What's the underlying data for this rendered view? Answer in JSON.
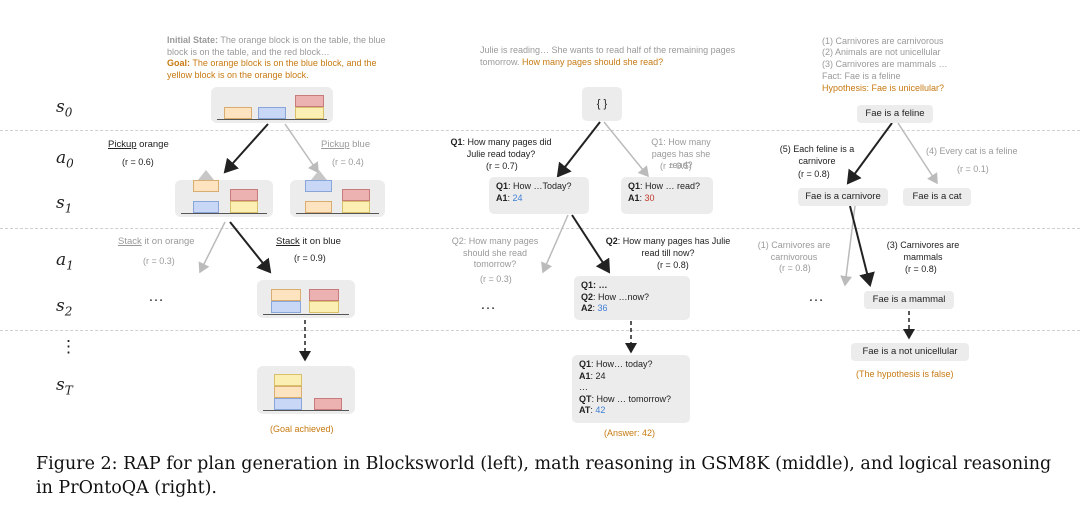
{
  "row_labels": [
    {
      "sym": "s",
      "sub": "0"
    },
    {
      "sym": "a",
      "sub": "0"
    },
    {
      "sym": "s",
      "sub": "1"
    },
    {
      "sym": "a",
      "sub": "1"
    },
    {
      "sym": "s",
      "sub": "2"
    },
    {
      "sym": "⋮",
      "sub": ""
    },
    {
      "sym": "s",
      "sub": "T"
    }
  ],
  "left": {
    "initial_label": "Initial State:",
    "initial_text": "The orange block is on the table, the blue block is on the table, and the red block…",
    "goal_label": "Goal:",
    "goal_text": "The orange block is on the blue block, and the yellow block is on the orange block.",
    "a0_left_underline": "Pickup",
    "a0_left_rest": " orange",
    "a0_left_r": "(r = 0.6)",
    "a0_right_underline": "Pickup",
    "a0_right_rest": " blue",
    "a0_right_r": "(r = 0.4)",
    "a1_left_underline": "Stack",
    "a1_left_rest": " it on orange",
    "a1_left_r": "(r = 0.3)",
    "a1_right_underline": "Stack",
    "a1_right_rest": " it on blue",
    "a1_right_r": "(r = 0.9)",
    "ellipsis": "…",
    "goal_achieved": "(Goal achieved)"
  },
  "middle": {
    "question_grey": "Julie is reading… She wants to read half of the remaining pages tomorrow.",
    "question_orange": "How many pages should she read?",
    "root": "{ }",
    "q1_left_label": "Q1",
    "q1_left_text": ": How many pages did Julie read today?",
    "q1_left_r": "(r = 0.7)",
    "q1_right_text": "Q1: How many pages has she read?",
    "q1_right_r": "(r = 0.5)",
    "s1_left_q": "Q1",
    "s1_left_qt": ": How …Today?",
    "s1_left_a": "A1",
    "s1_left_av": "24",
    "s1_right_q": "Q1",
    "s1_right_qt": ": How … read?",
    "s1_right_a": "A1",
    "s1_right_av": "30",
    "q2_left_text": "Q2: How many pages should she read tomorrow?",
    "q2_left_r": "(r = 0.3)",
    "q2_right_label": "Q2",
    "q2_right_text": ": How many pages has Julie read till now?",
    "q2_right_r": "(r = 0.8)",
    "s2_l1": "Q1: …",
    "s2_q2": "Q2",
    "s2_q2t": ": How …now?",
    "s2_a2": "A2",
    "s2_a2v": "36",
    "ellipsis": "…",
    "sT_q1": "Q1",
    "sT_q1t": ": How… today?",
    "sT_a1": "A1",
    "sT_a1v": ": 24",
    "sT_dots": "…",
    "sT_qT": "QT",
    "sT_qTt": ": How … tomorrow?",
    "sT_aT": "AT",
    "sT_aTv": "42",
    "answer": "(Answer: 42)"
  },
  "right": {
    "facts": [
      "(1) Carnivores are carnivorous",
      "(2) Animals are not unicellular",
      "(3) Carnivores are mammals …"
    ],
    "fact_line": "Fact: Fae is a feline",
    "hypothesis": "Hypothesis: Fae is unicellular?",
    "root": "Fae is a feline",
    "a0_left_text": "(5) Each feline is a carnivore",
    "a0_left_r": "(r = 0.8)",
    "a0_right_text": "(4) Every cat is a feline",
    "a0_right_r": "(r = 0.1)",
    "s1_left": "Fae is a carnivore",
    "s1_right": "Fae is a cat",
    "a1_left_text": "(1) Carnivores are carnivorous",
    "a1_left_r": "(r = 0.8)",
    "a1_right_text": "(3) Carnivores are mammals",
    "a1_right_r": "(r = 0.8)",
    "s2": "Fae is a mammal",
    "ellipsis": "…",
    "sT": "Fae is a not unicellular",
    "result": "(The hypothesis is false)"
  },
  "caption": "Figure 2: RAP for plan generation in Blocksworld (left), math reasoning in GSM8K (middle), and logical reasoning in PrOntoQA (right)."
}
